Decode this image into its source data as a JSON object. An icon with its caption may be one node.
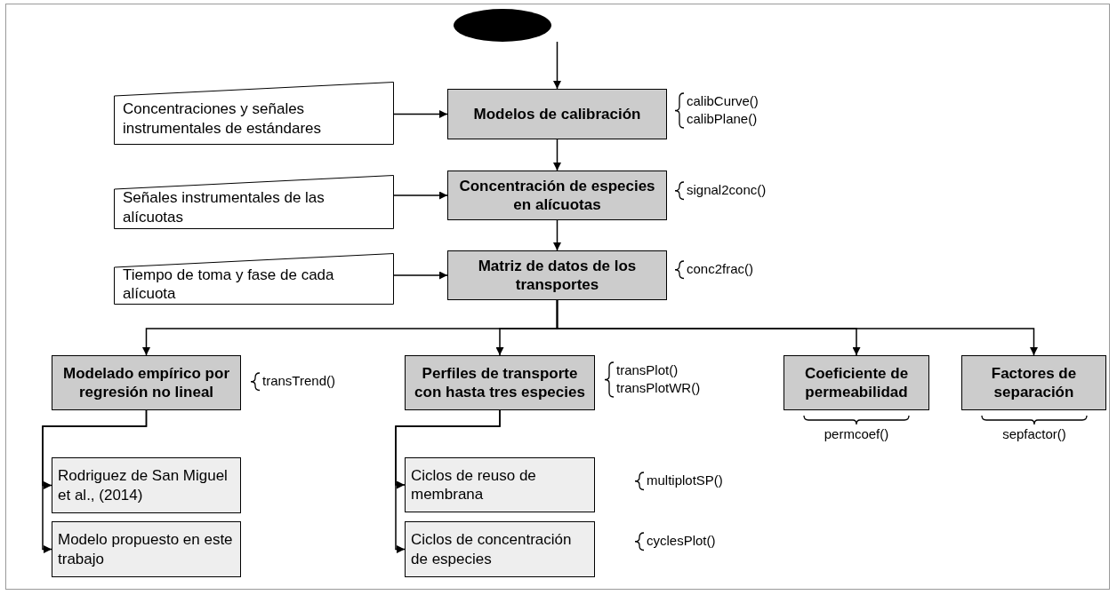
{
  "diagram": {
    "nodes": [
      {
        "text": [],
        "shape": "ellipse"
      },
      {
        "text": [
          "Modelos de calibración"
        ],
        "beside": [
          "calibCurve()",
          "calibPlane()"
        ]
      },
      {
        "text": [
          "Concentraciones y señales instrumentales de estándares"
        ]
      },
      {
        "text": [
          "Concentración de especies en alícuotas"
        ],
        "beside": [
          "signal2conc()"
        ]
      },
      {
        "text": [
          "Señales instrumentales de las alícuotas"
        ]
      },
      {
        "text": [
          "Matriz de datos de los transportes"
        ],
        "beside": [
          "conc2frac()"
        ]
      },
      {
        "text": [
          "Tiempo de toma y fase de cada alícuota"
        ]
      },
      {
        "text": [
          "Modelado empírico por regresión no lineal"
        ],
        "beside": [
          "transTrend()"
        ]
      },
      {
        "text": [
          "Perfiles de transporte con hasta tres especies"
        ],
        "beside": [
          "transPlot()",
          "transPlotWR()"
        ]
      },
      {
        "text": [
          "Coeficiente de permeabilidad"
        ],
        "beside": [
          "permcoef()"
        ]
      },
      {
        "text": [
          "Factores de separación"
        ],
        "beside": [
          "sepfactor()"
        ]
      },
      {
        "text": [
          "Rodriguez de San Miguel et al., (2014)"
        ]
      },
      {
        "text": [
          "Modelo propuesto en este trabajo"
        ]
      },
      {
        "text": [
          "Ciclos de reuso de membrana"
        ],
        "beside": [
          "multiplotSP()"
        ]
      },
      {
        "text": [
          "Ciclos de concentración de especies"
        ],
        "beside": [
          "cyclesPlot()"
        ]
      }
    ],
    "edges": [
      {
        "from": 0,
        "to": 1,
        "arrow": "to"
      },
      {
        "from": 2,
        "to": 1,
        "arrow": "to"
      },
      {
        "from": 1,
        "to": 3,
        "arrow": "to"
      },
      {
        "from": 4,
        "to": 3,
        "arrow": "to"
      },
      {
        "from": 3,
        "to": 5,
        "arrow": "to"
      },
      {
        "from": 6,
        "to": 5,
        "arrow": "to"
      },
      {
        "from": 5,
        "to": 7,
        "arrow": "to"
      },
      {
        "from": 5,
        "to": 8,
        "arrow": "to"
      },
      {
        "from": 5,
        "to": 9,
        "arrow": "to"
      },
      {
        "from": 5,
        "to": 10,
        "arrow": "to"
      },
      {
        "from": 7,
        "to": 11,
        "arrow": "to"
      },
      {
        "from": 7,
        "to": 12,
        "arrow": "to"
      },
      {
        "from": 8,
        "to": 13,
        "arrow": "to"
      },
      {
        "from": 8,
        "to": 14,
        "arrow": "to"
      }
    ]
  }
}
